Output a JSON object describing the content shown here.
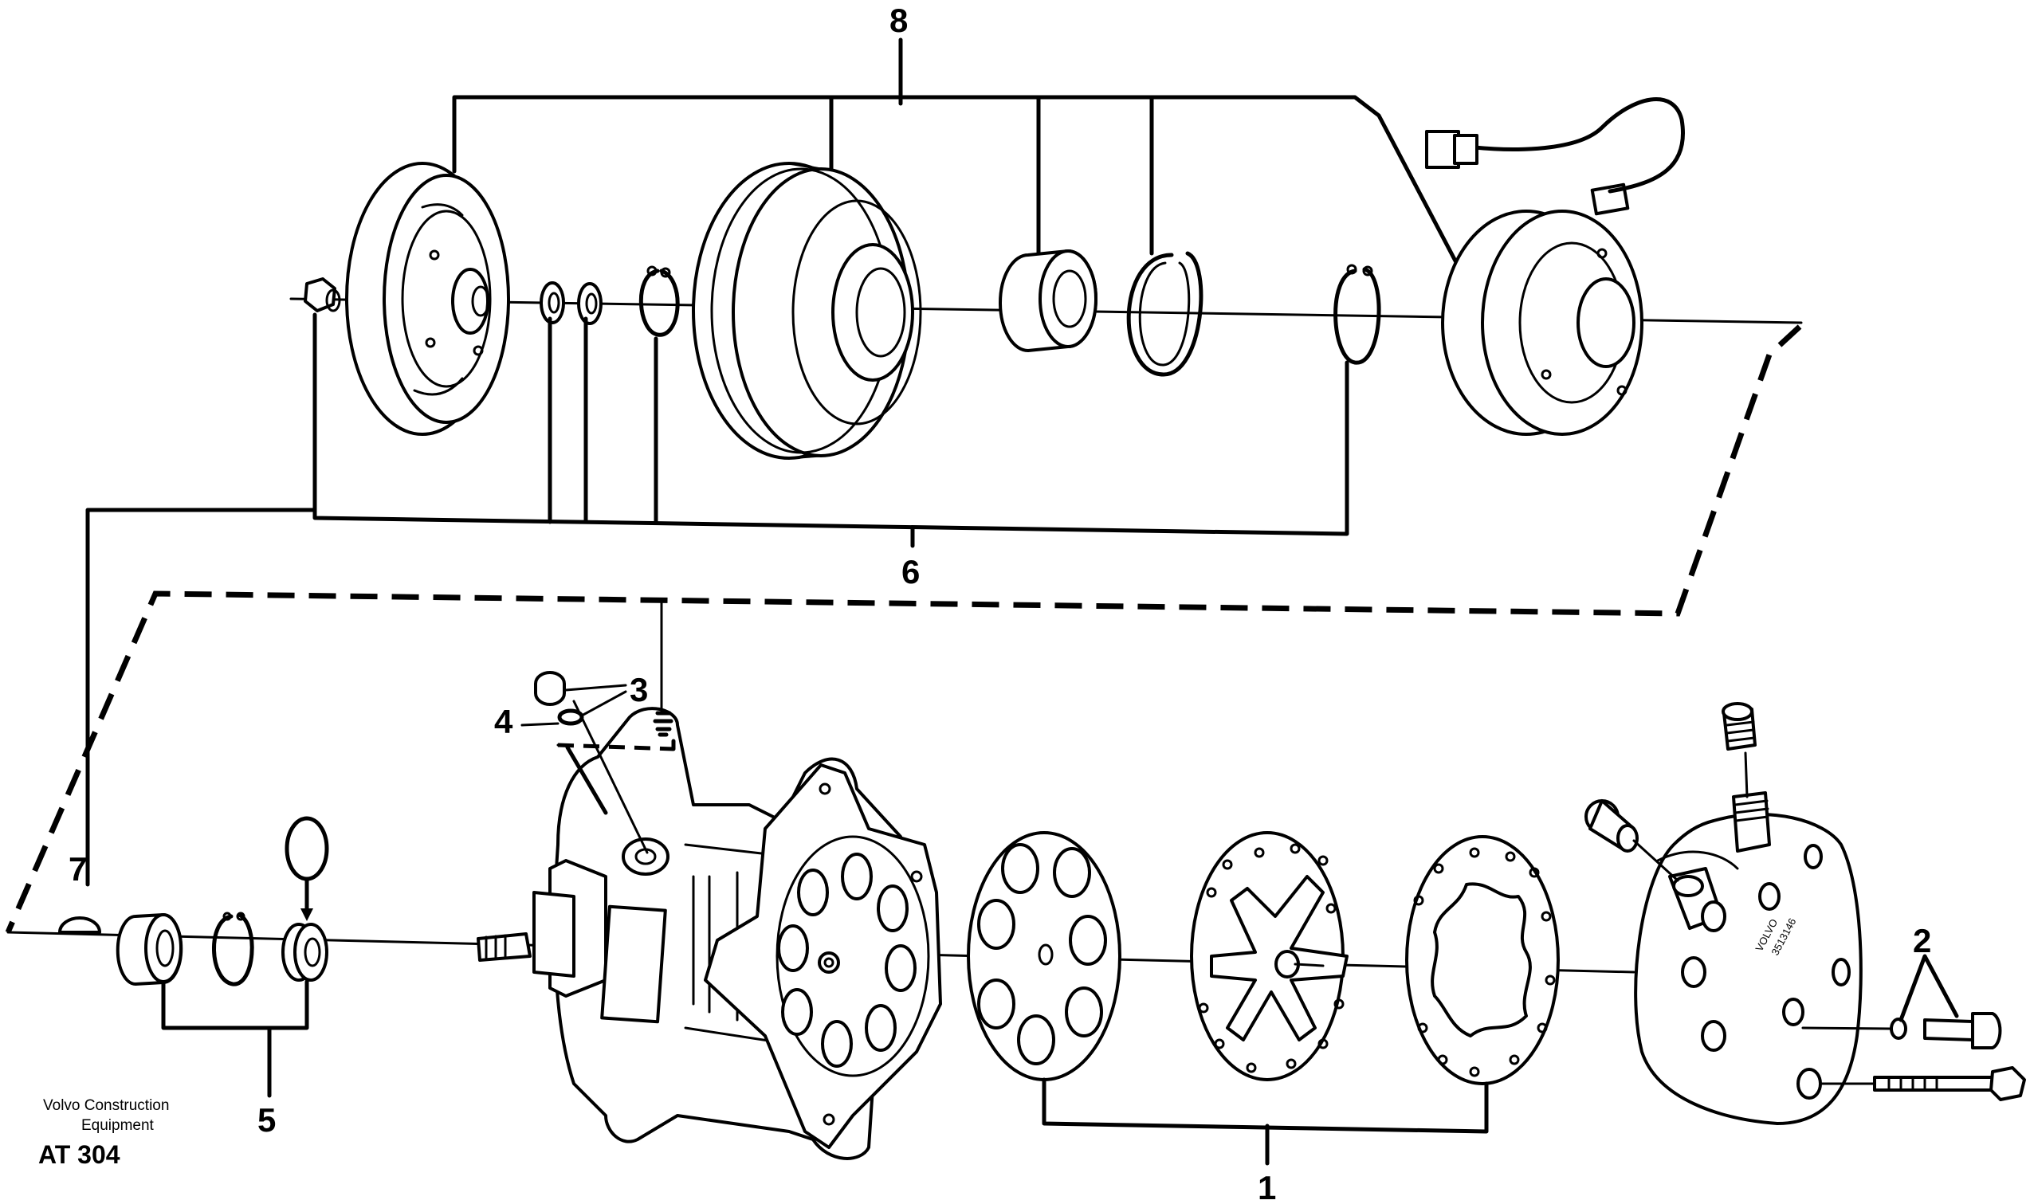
{
  "callouts": {
    "c1": "1",
    "c2": "2",
    "c3": "3",
    "c4": "4",
    "c5": "5",
    "c6": "6",
    "c7": "7",
    "c8": "8"
  },
  "caption": {
    "line1": "Volvo Construction",
    "line2": "Equipment",
    "code": "AT 304"
  },
  "stamp": {
    "brand": "VOLVO",
    "number": "3513146"
  },
  "icons": {
    "clutch_plate": "clutch-plate-icon",
    "pulley": "pulley-icon",
    "bearing": "bearing-icon",
    "coil": "magnetic-coil-icon",
    "compressor": "compressor-body-icon",
    "valve_plate": "valve-plate-icon",
    "head": "cylinder-head-icon"
  }
}
